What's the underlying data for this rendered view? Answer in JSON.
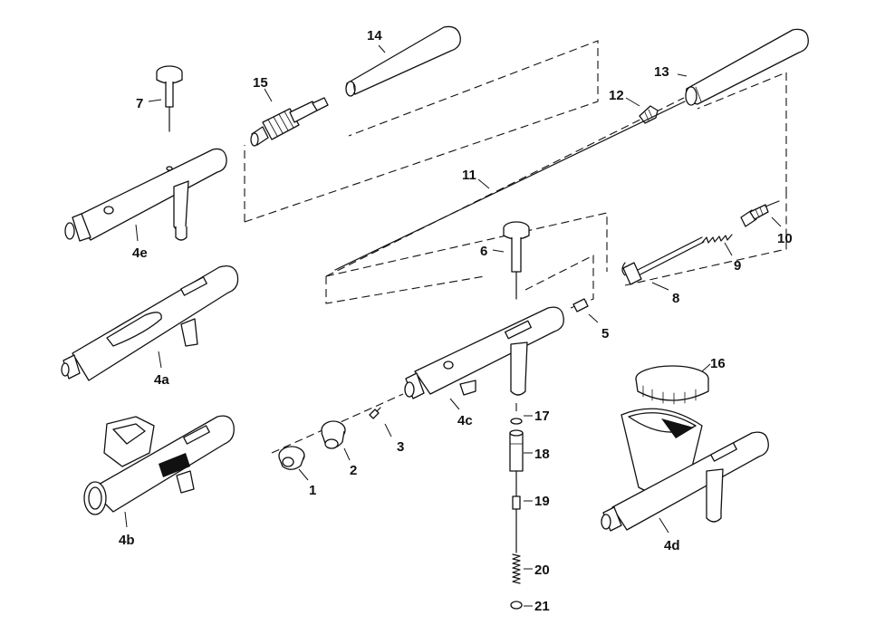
{
  "diagram": {
    "labels": {
      "p1": "1",
      "p2": "2",
      "p3": "3",
      "p4a": "4a",
      "p4b": "4b",
      "p4c": "4c",
      "p4d": "4d",
      "p4e": "4e",
      "p5": "5",
      "p6": "6",
      "p7": "7",
      "p8": "8",
      "p9": "9",
      "p10": "10",
      "p11": "11",
      "p12": "12",
      "p13": "13",
      "p14": "14",
      "p15": "15",
      "p16": "16",
      "p17": "17",
      "p18": "18",
      "p19": "19",
      "p20": "20",
      "p21": "21"
    }
  }
}
